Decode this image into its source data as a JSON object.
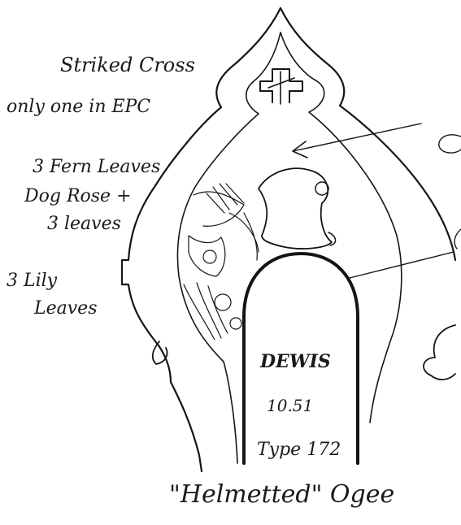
{
  "annotations": {
    "striked_cross": "Striked Cross",
    "only_one": "only one in EPC",
    "fern_leaves": "3 Fern Leaves",
    "dog_rose_line1": "Dog Rose +",
    "dog_rose_line2": "3 leaves",
    "lily_line1": "3 Lily",
    "lily_line2": "Leaves"
  },
  "stone_inscription": {
    "name": "DEWIS",
    "date": "10.51",
    "type": "Type 172"
  },
  "caption": "\"Helmetted\" Ogee",
  "colors": {
    "ink": "#151515",
    "paper": "#ffffff"
  }
}
